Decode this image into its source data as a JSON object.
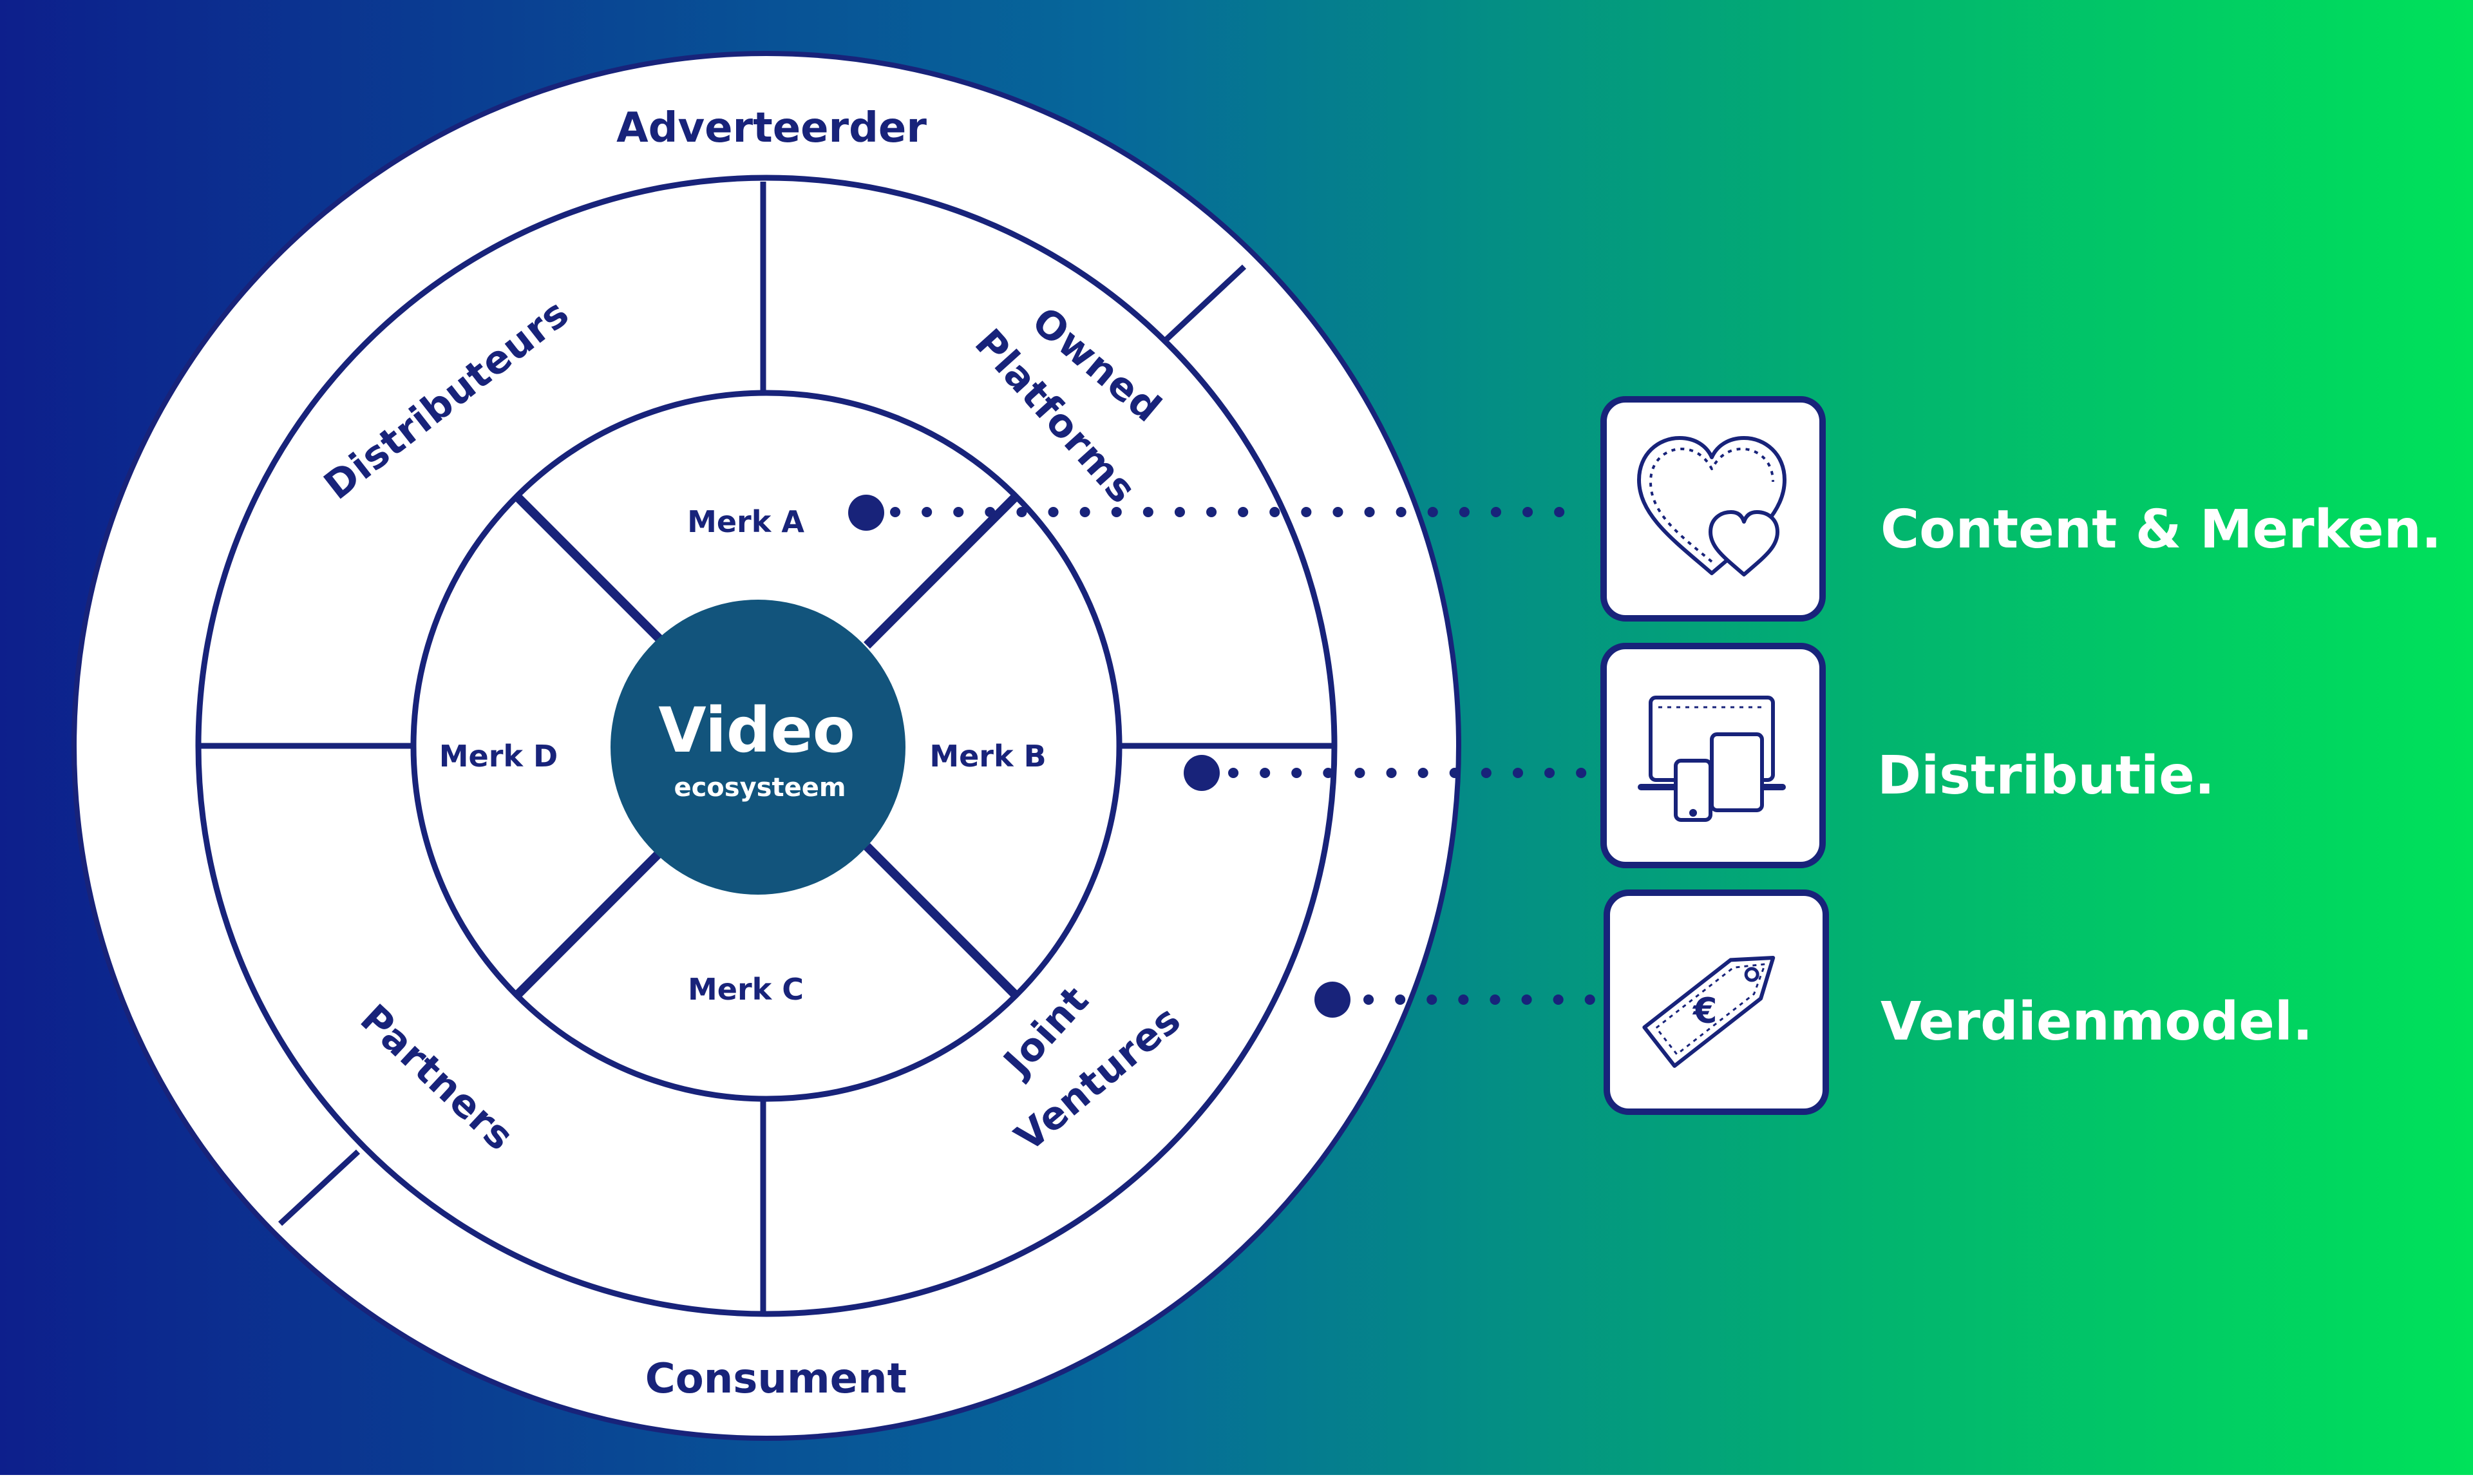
{
  "colors": {
    "background_start": "#0d1f8c",
    "background_mid": "#06689a",
    "background_end": "#00e25a",
    "navy": "#18237a",
    "hub": "#12547c",
    "white": "#ffffff"
  },
  "diagram": {
    "outer_ring": {
      "top_label": "Adverteerder",
      "bottom_label": "Consument"
    },
    "segments": {
      "top_left": "Distributeurs",
      "top_right_line1": "Owned",
      "top_right_line2": "Platforms",
      "bottom_left": "Partners",
      "bottom_right_line1": "Joint",
      "bottom_right_line2": "Ventures"
    },
    "inner_ring": {
      "top": "Merk A",
      "right": "Merk B",
      "bottom": "Merk C",
      "left": "Merk D"
    },
    "hub": {
      "title": "Video",
      "subtitle": "ecosysteem"
    }
  },
  "features": [
    {
      "label": "Content & Merken.",
      "icon": "hearts-icon"
    },
    {
      "label": "Distributie.",
      "icon": "devices-icon"
    },
    {
      "label": "Verdienmodel.",
      "icon": "euro-price-tag-icon"
    }
  ]
}
